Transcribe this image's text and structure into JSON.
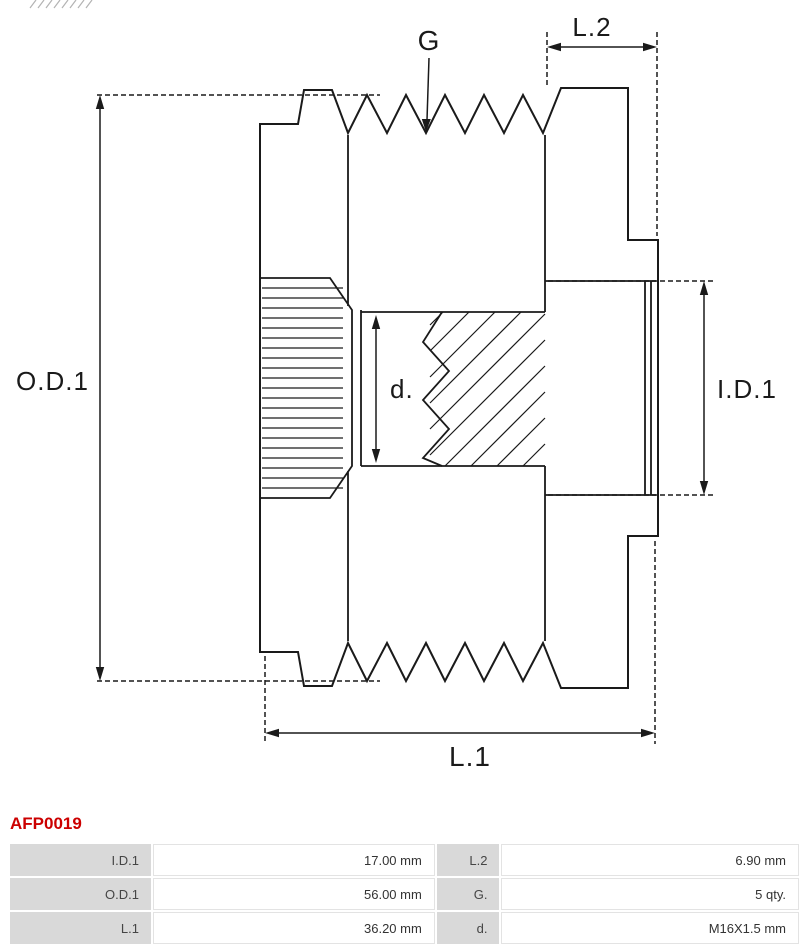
{
  "part_header": {
    "part_number": "AFP0019",
    "color": "#cc0000"
  },
  "colors": {
    "line": "#1a1a1a",
    "table_label_bg": "#d9d9d9",
    "table_value_border": "#e3e3e3",
    "accent_red": "#cc0000"
  },
  "diagram": {
    "type": "technical-drawing",
    "subject": "alternator freewheel pulley cross-section",
    "dimension_labels": {
      "groove": "G",
      "length_2": "L.2",
      "outer_diameter_1": "O.D.1",
      "inner_diameter_1": "I.D.1",
      "thread_diameter": "d.",
      "length_1": "L.1"
    }
  },
  "spec_table": {
    "rows": [
      {
        "k1": "I.D.1",
        "v1": "17.00 mm",
        "k2": "L.2",
        "v2": "6.90 mm"
      },
      {
        "k1": "O.D.1",
        "v1": "56.00 mm",
        "k2": "G.",
        "v2": "5 qty."
      },
      {
        "k1": "L.1",
        "v1": "36.20 mm",
        "k2": "d.",
        "v2": "M16X1.5 mm"
      }
    ]
  }
}
